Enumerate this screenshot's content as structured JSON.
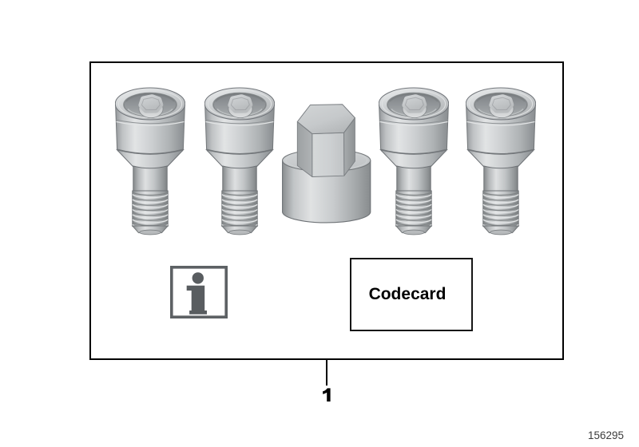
{
  "figure": {
    "kind": "parts-diagram",
    "part_box": {
      "callout_label": "1",
      "contents": [
        "locking-wheel-bolt",
        "locking-wheel-bolt",
        "wheel-lock-adapter",
        "locking-wheel-bolt",
        "locking-wheel-bolt",
        "information-icon",
        "codecard"
      ]
    },
    "codecard": {
      "label": "Codecard"
    },
    "info_icon": {
      "symbol": "information-icon"
    },
    "figure_number": "156295",
    "colors": {
      "line": "#000000",
      "metal_highlight": "#e4e6e7",
      "metal_mid": "#c6c9cb",
      "metal_shadow": "#8e9294",
      "outline_gray": "#6e7276",
      "icon_gray": "#5d6164",
      "figure_number_text": "#3c3c3c",
      "background": "#ffffff"
    }
  }
}
